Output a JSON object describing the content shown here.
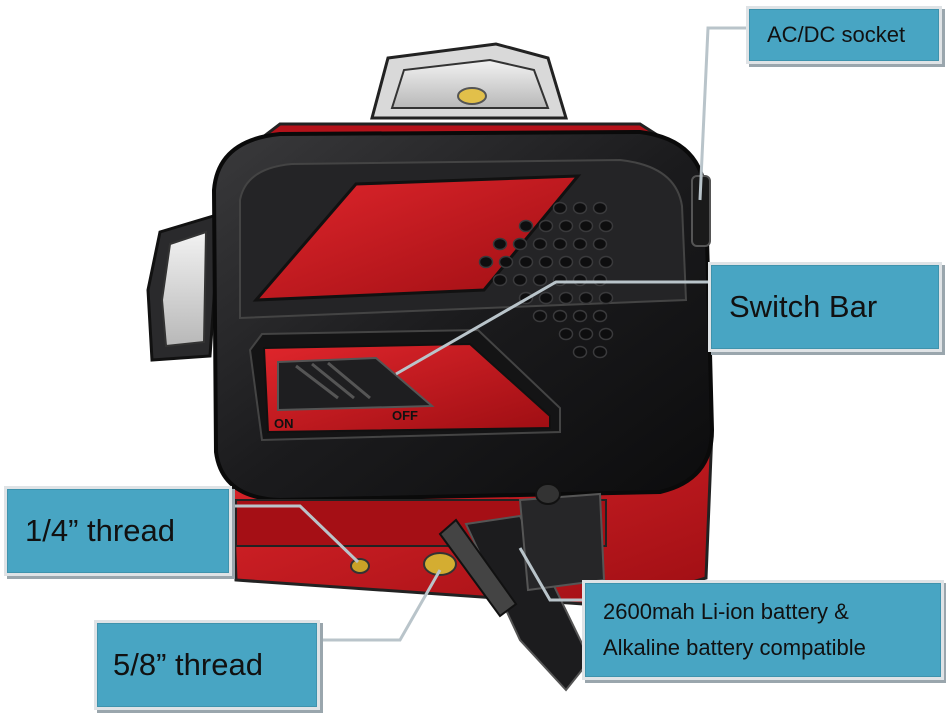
{
  "labels": {
    "acdc_socket": "AC/DC socket",
    "switch_bar": "Switch Bar",
    "quarter_thread": "1/4” thread",
    "five_eighth_thread": "5/8” thread",
    "battery_line1": "2600mah Li-ion battery &",
    "battery_line2": "Alkaline battery compatible"
  },
  "switch_markings": {
    "on": "ON",
    "off": "OFF"
  },
  "colors": {
    "callout_fill": "#48a5c3",
    "body_black": "#1c1c1e",
    "accent_red": "#c8141b",
    "leader_line": "#b9c4ca"
  }
}
